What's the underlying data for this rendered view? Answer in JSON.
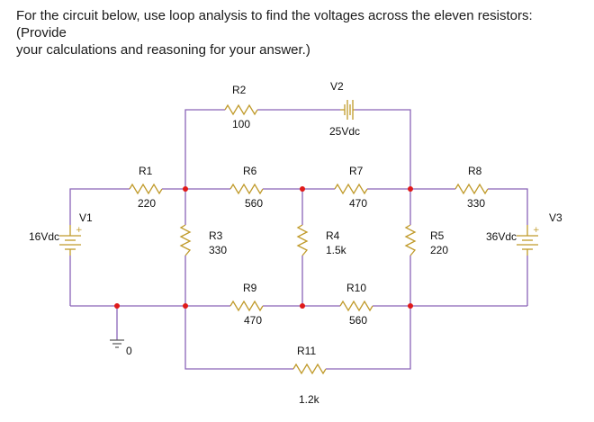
{
  "question": {
    "line1": "For the circuit below, use loop analysis to find the voltages across the eleven resistors: (Provide",
    "line2": "your calculations and reasoning for your answer.)"
  },
  "components": {
    "r1": {
      "name": "R1",
      "value": "220"
    },
    "r2": {
      "name": "R2",
      "value": "100"
    },
    "r3": {
      "name": "R3",
      "value": "330"
    },
    "r4": {
      "name": "R4",
      "value": "1.5k"
    },
    "r5": {
      "name": "R5",
      "value": "220"
    },
    "r6": {
      "name": "R6",
      "value": "560"
    },
    "r7": {
      "name": "R7",
      "value": "470"
    },
    "r8": {
      "name": "R8",
      "value": "330"
    },
    "r9": {
      "name": "R9",
      "value": "470"
    },
    "r10": {
      "name": "R10",
      "value": "560"
    },
    "r11": {
      "name": "R11",
      "value": "1.2k"
    },
    "v1": {
      "name": "V1",
      "value": "16Vdc"
    },
    "v2": {
      "name": "V2",
      "value": "25Vdc"
    },
    "v3": {
      "name": "V3",
      "value": "36Vdc"
    },
    "ground": {
      "label": "0"
    }
  },
  "colors": {
    "wire": "#8a63b8",
    "resistor": "#c09a2a",
    "node": "#e01a1a",
    "text": "#111111"
  }
}
